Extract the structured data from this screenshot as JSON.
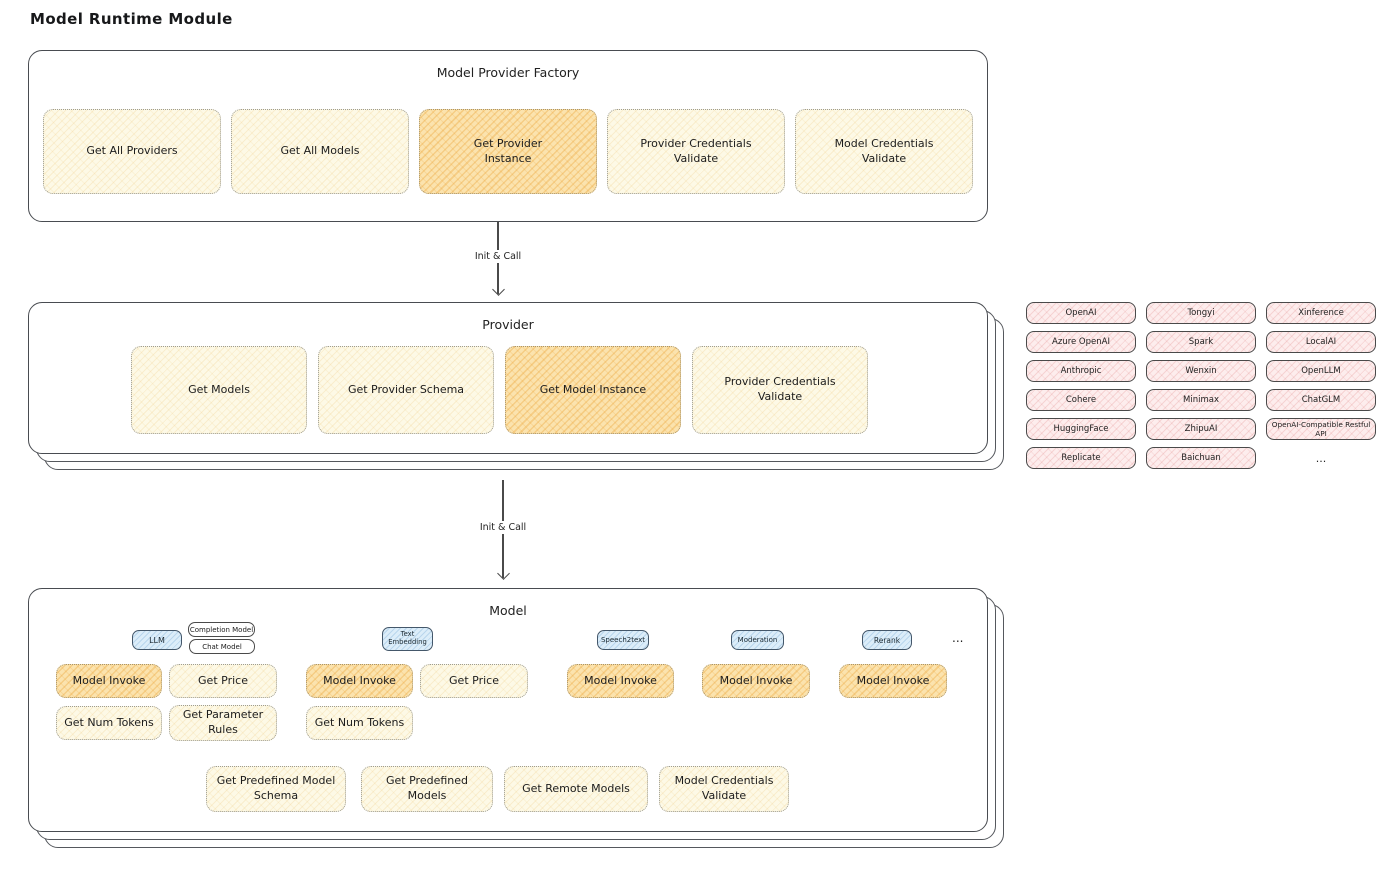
{
  "page": {
    "title": "Model Runtime Module"
  },
  "arrows": {
    "label1": "Init & Call",
    "label2": "Init & Call"
  },
  "factory": {
    "title": "Model Provider Factory",
    "boxes": [
      {
        "label": "Get All Providers",
        "highlight": false
      },
      {
        "label": "Get All Models",
        "highlight": false
      },
      {
        "label": "Get Provider Instance",
        "highlight": true
      },
      {
        "label": "Provider Credentials Validate",
        "highlight": false
      },
      {
        "label": "Model Credentials Validate",
        "highlight": false
      }
    ]
  },
  "provider": {
    "title": "Provider",
    "boxes": [
      {
        "label": "Get Models",
        "highlight": false
      },
      {
        "label": "Get Provider Schema",
        "highlight": false
      },
      {
        "label": "Get Model Instance",
        "highlight": true
      },
      {
        "label": "Provider Credentials Validate",
        "highlight": false
      }
    ]
  },
  "providers_list": {
    "rows": [
      [
        "OpenAI",
        "Tongyi",
        "Xinference"
      ],
      [
        "Azure OpenAI",
        "Spark",
        "LocalAI"
      ],
      [
        "Anthropic",
        "Wenxin",
        "OpenLLM"
      ],
      [
        "Cohere",
        "Minimax",
        "ChatGLM"
      ],
      [
        "HuggingFace",
        "ZhipuAI",
        "OpenAI-Compatible Restful API"
      ],
      [
        "Replicate",
        "Baichuan",
        "..."
      ]
    ]
  },
  "model": {
    "title": "Model",
    "badges": {
      "llm": "LLM",
      "completion": "Completion Model",
      "chat": "Chat Model",
      "embedding": "Text Embedding",
      "speech": "Speech2text",
      "moderation": "Moderation",
      "rerank": "Rerank",
      "more": "..."
    },
    "actions": {
      "model_invoke": "Model Invoke",
      "get_price": "Get Price",
      "get_num_tokens": "Get Num Tokens",
      "get_parameter_rules": "Get Parameter Rules",
      "get_predefined_model_schema": "Get Predefined Model Schema",
      "get_predefined_models": "Get Predefined Models",
      "get_remote_models": "Get Remote Models",
      "model_credentials_validate": "Model Credentials Validate"
    }
  },
  "colors": {
    "cream_fill": "#fdf9e6",
    "orange_highlight": "#fbe3ae",
    "pink_chip": "#fdeded",
    "blue_badge": "#dcedf9",
    "border_dark": "#494c51",
    "text": "#1f1f1f"
  }
}
